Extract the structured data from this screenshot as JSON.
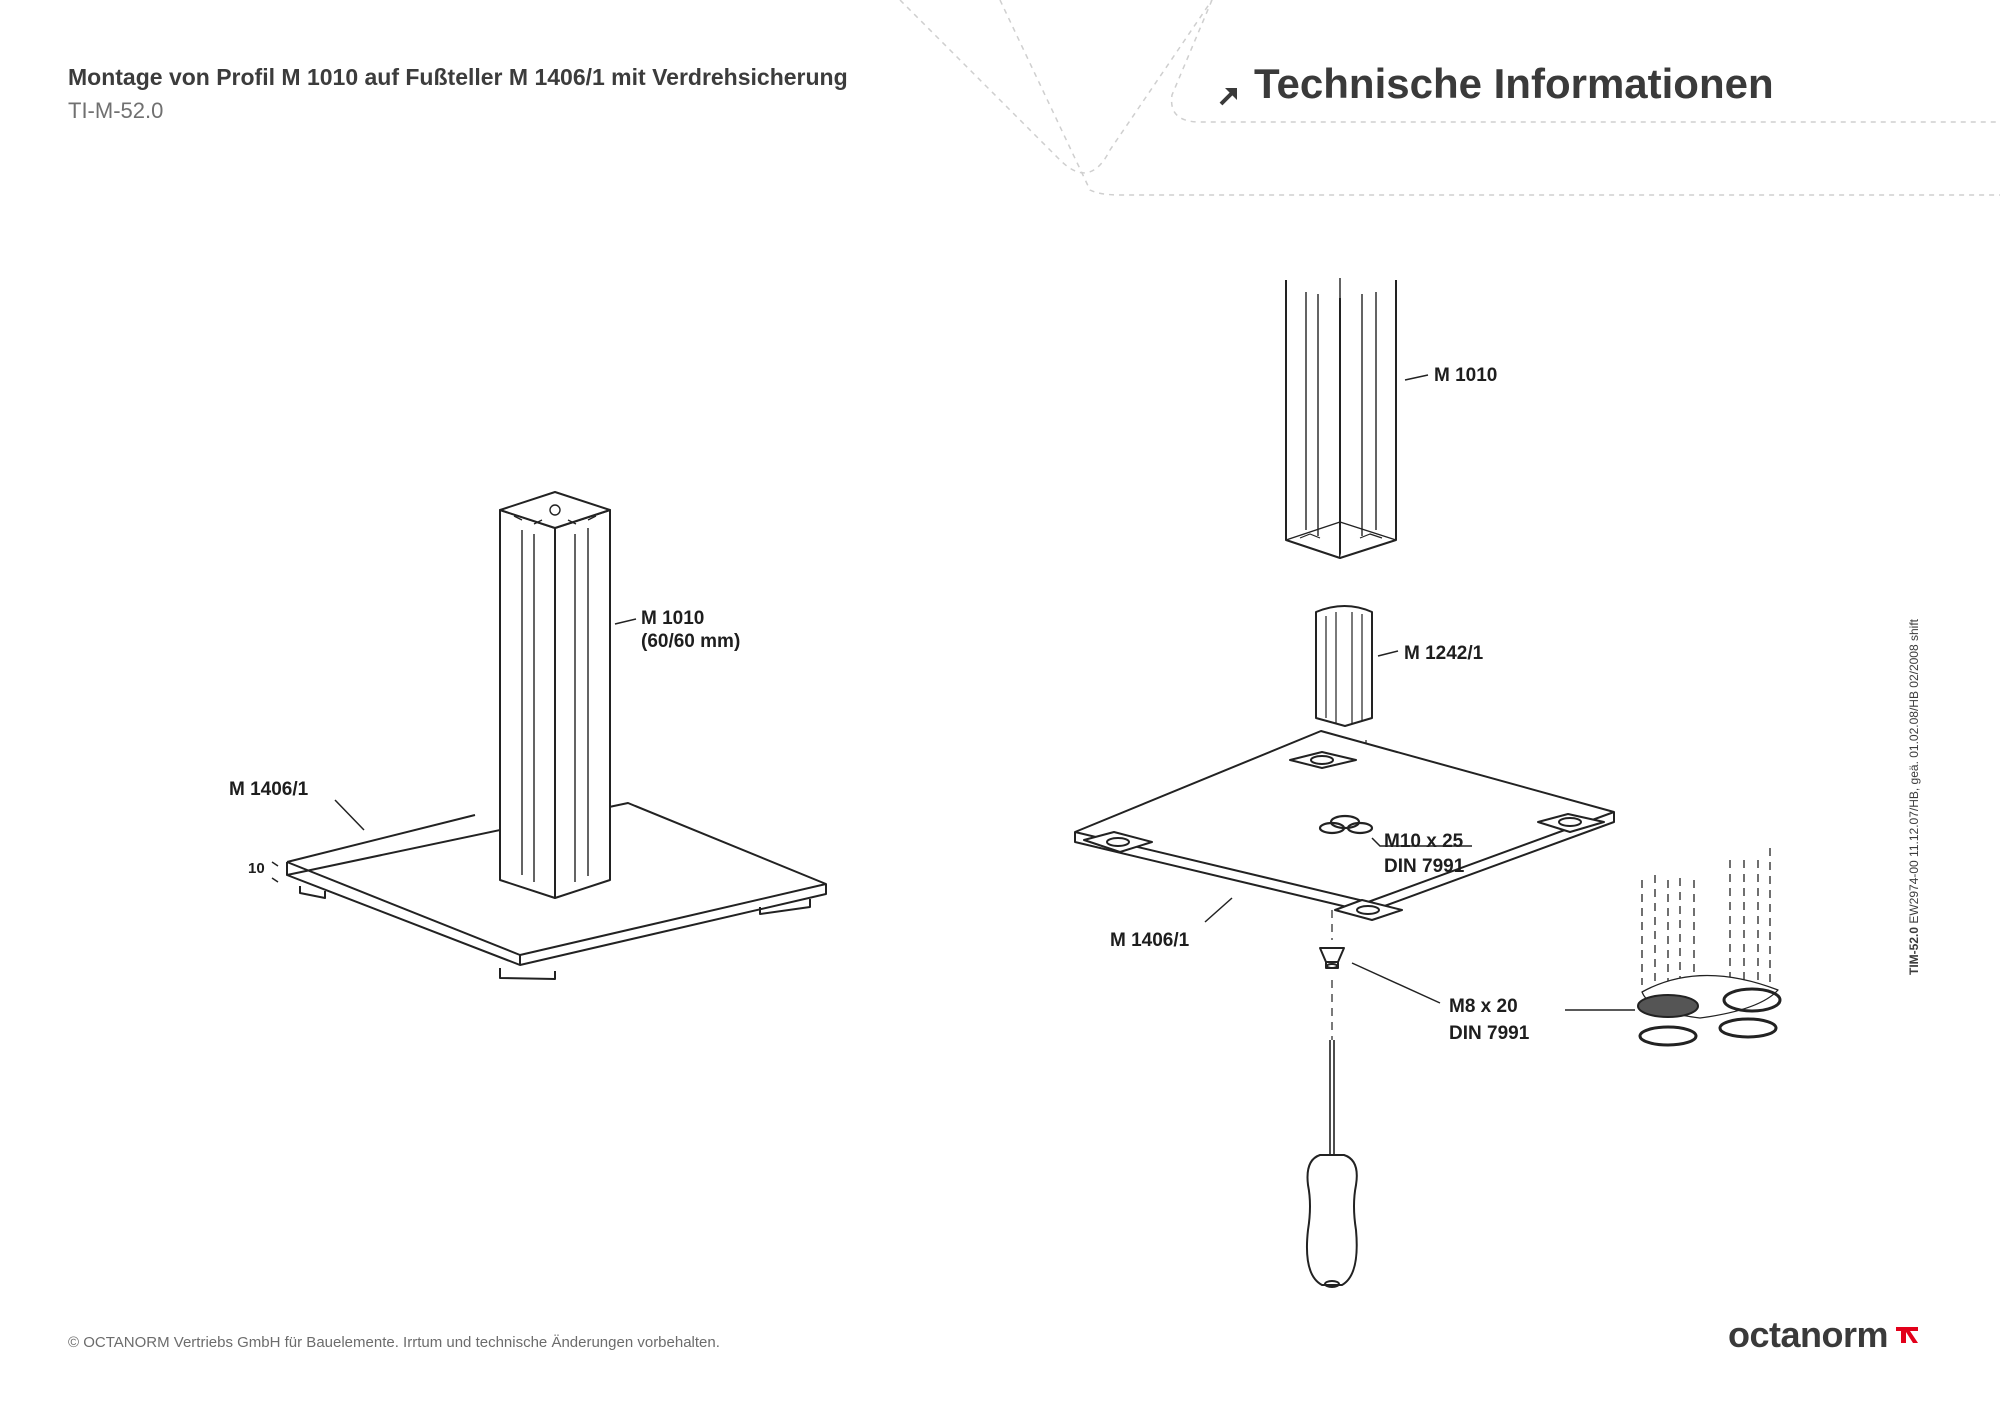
{
  "header": {
    "title": "Montage von Profil M 1010 auf Fußteller M 1406/1 mit Verdrehsicherung",
    "code": "TI-M-52.0",
    "banner": "Technische Informationen"
  },
  "left_figure": {
    "label_profile_line1": "M 1010",
    "label_profile_line2": "(60/60 mm)",
    "label_base": "M 1406/1",
    "label_thickness": "10"
  },
  "right_figure": {
    "label_profile": "M 1010",
    "label_connector": "M 1242/1",
    "label_screw_top_line1": "M10 x 25",
    "label_screw_top_line2": "DIN 7991",
    "label_base": "M 1406/1",
    "label_screw_bottom_line1": "M8 x 20",
    "label_screw_bottom_line2": "DIN 7991"
  },
  "side_note": {
    "code": "TIM-52.0",
    "text": " EW2974-00 11.12.07/HB, geä. 01.02.08/HB  02/2008 shift"
  },
  "footer": {
    "copyright": "© OCTANORM Vertriebs GmbH für Bauelemente. Irrtum und technische Änderungen vorbehalten.",
    "logo": "octanorm"
  },
  "colors": {
    "text": "#3a3a3a",
    "accent": "#e2001a",
    "line": "#222222",
    "dashed": "#c8c8c8"
  }
}
